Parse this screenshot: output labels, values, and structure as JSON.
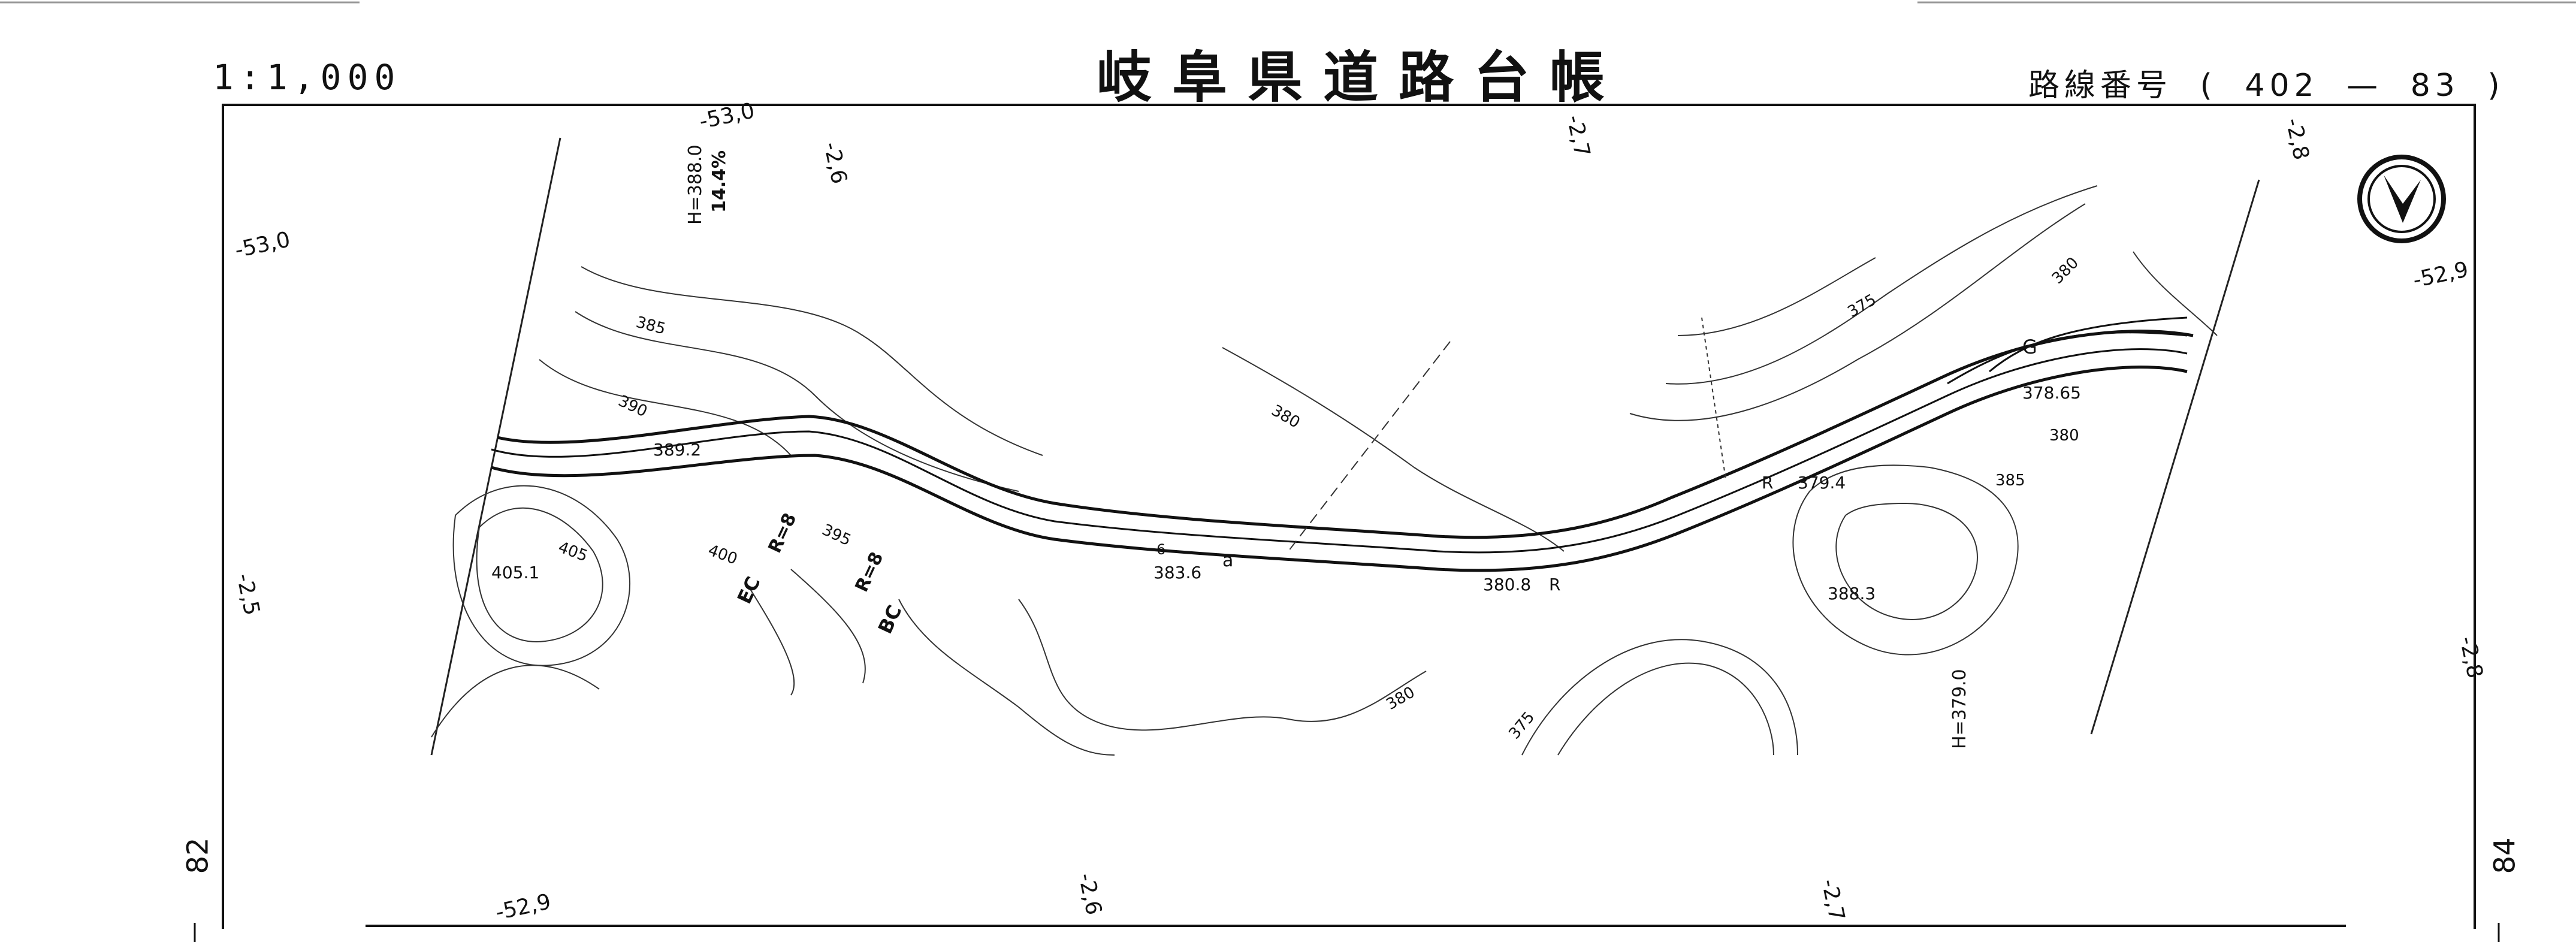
{
  "header": {
    "scale": "1:1,000",
    "title": "岐阜県道路台帳",
    "route_label": "路線番号",
    "route_open": "(",
    "route_no_1": "402",
    "route_dash": "—",
    "route_no_2": "83",
    "route_close": ")"
  },
  "sheet_edges": {
    "left": "82",
    "right": "84"
  },
  "grid_labels": {
    "top_1": "-53,0",
    "top_2": "-2,6",
    "top_3": "-2,7",
    "top_4": "-2,8",
    "left_1": "-53,0",
    "left_2": "-2,5",
    "right_1": "-52,9",
    "right_2": "-2,8",
    "bottom_1": "-52,9",
    "bottom_2": "-2,6",
    "bottom_3": "-2,7"
  },
  "map_labels": {
    "h_left": "H=388.0",
    "slope": "14.4%",
    "h_right": "H=379.0",
    "elev_405": "405.1",
    "elev_388": "388.3",
    "road_389": "389.2",
    "road_383": "383.6",
    "road_380": "380.8",
    "road_379": "379.4",
    "road_378": "378.65",
    "c_385": "385",
    "c_390": "390",
    "c_395": "395",
    "c_400": "400",
    "c_405": "405",
    "c_380a": "380",
    "c_380b": "380",
    "c_375a": "375",
    "c_375b": "375",
    "c_380c": "380",
    "c_385b": "385",
    "c_380d": "380",
    "ec": "EC",
    "bc": "BC",
    "r8a": "R=8",
    "r8b": "R=8",
    "a_mark": "a",
    "r_mark1": "R",
    "r_mark2": "R",
    "g_mark": "G",
    "n6": "6"
  },
  "north_arrow_icon": "north-arrow-icon"
}
